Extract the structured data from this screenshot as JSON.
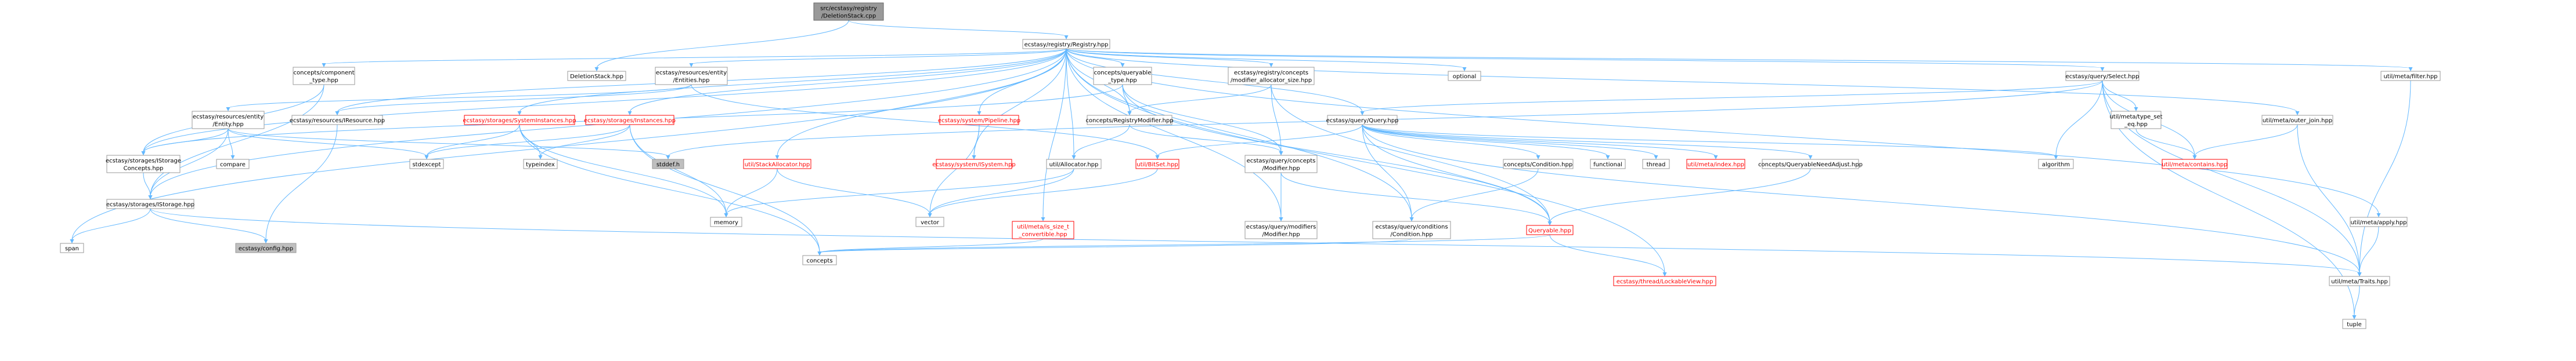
{
  "graph": {
    "nodes": [
      {
        "id": "root",
        "lines": [
          "src/ecstasy/registry",
          "/DeletionStack.cpp"
        ],
        "style": "root"
      },
      {
        "id": "registry_hpp",
        "lines": [
          "ecstasy/registry/Registry.hpp"
        ],
        "style": "normal"
      },
      {
        "id": "deletionstack_hpp",
        "lines": [
          "DeletionStack.hpp"
        ],
        "style": "normal"
      },
      {
        "id": "concepts_component_type",
        "lines": [
          "concepts/component",
          "_type.hpp"
        ],
        "style": "normal"
      },
      {
        "id": "resources_entity_entities",
        "lines": [
          "ecstasy/resources/entity",
          "/Entities.hpp"
        ],
        "style": "normal"
      },
      {
        "id": "concepts_queryable_type",
        "lines": [
          "concepts/queryable",
          "_type.hpp"
        ],
        "style": "normal"
      },
      {
        "id": "registry_concepts_modifier_allocator_size",
        "lines": [
          "ecstasy/registry/concepts",
          "/modifier_allocator_size.hpp"
        ],
        "style": "normal"
      },
      {
        "id": "optional",
        "lines": [
          "optional"
        ],
        "style": "normal"
      },
      {
        "id": "query_select",
        "lines": [
          "ecstasy/query/Select.hpp"
        ],
        "style": "normal"
      },
      {
        "id": "util_meta_filter",
        "lines": [
          "util/meta/filter.hpp"
        ],
        "style": "normal"
      },
      {
        "id": "resources_entity_entity",
        "lines": [
          "ecstasy/resources/entity",
          "/Entity.hpp"
        ],
        "style": "normal"
      },
      {
        "id": "resources_iresource",
        "lines": [
          "ecstasy/resources/IResource.hpp"
        ],
        "style": "normal"
      },
      {
        "id": "storages_systeminstances",
        "lines": [
          "ecstasy/storages/SystemInstances.hpp"
        ],
        "style": "red"
      },
      {
        "id": "storages_instances",
        "lines": [
          "ecstasy/storages/Instances.hpp"
        ],
        "style": "red"
      },
      {
        "id": "system_pipeline",
        "lines": [
          "ecstasy/system/Pipeline.hpp"
        ],
        "style": "red"
      },
      {
        "id": "concepts_registrymodifier",
        "lines": [
          "concepts/RegistryModifier.hpp"
        ],
        "style": "normal"
      },
      {
        "id": "query_query",
        "lines": [
          "ecstasy/query/Query.hpp"
        ],
        "style": "normal"
      },
      {
        "id": "util_meta_type_set_eq",
        "lines": [
          "util/meta/type_set",
          "_eq.hpp"
        ],
        "style": "normal"
      },
      {
        "id": "util_meta_outer_join",
        "lines": [
          "util/meta/outer_join.hpp"
        ],
        "style": "normal"
      },
      {
        "id": "storages_istorage_concepts",
        "lines": [
          "ecstasy/storages/IStorage",
          "Concepts.hpp"
        ],
        "style": "normal"
      },
      {
        "id": "compare",
        "lines": [
          "compare"
        ],
        "style": "normal"
      },
      {
        "id": "stdexcept",
        "lines": [
          "stdexcept"
        ],
        "style": "normal"
      },
      {
        "id": "typeindex",
        "lines": [
          "typeindex"
        ],
        "style": "normal"
      },
      {
        "id": "stddef_h",
        "lines": [
          "stddef.h"
        ],
        "style": "gray"
      },
      {
        "id": "util_stackallocator",
        "lines": [
          "util/StackAllocator.hpp"
        ],
        "style": "red"
      },
      {
        "id": "system_isystem",
        "lines": [
          "ecstasy/system/ISystem.hpp"
        ],
        "style": "red"
      },
      {
        "id": "util_allocator",
        "lines": [
          "util/Allocator.hpp"
        ],
        "style": "normal"
      },
      {
        "id": "util_bitset",
        "lines": [
          "util/BitSet.hpp"
        ],
        "style": "red"
      },
      {
        "id": "query_concepts_modifier",
        "lines": [
          "ecstasy/query/concepts",
          "/Modifier.hpp"
        ],
        "style": "normal"
      },
      {
        "id": "concepts_condition",
        "lines": [
          "concepts/Condition.hpp"
        ],
        "style": "normal"
      },
      {
        "id": "functional",
        "lines": [
          "functional"
        ],
        "style": "normal"
      },
      {
        "id": "thread",
        "lines": [
          "thread"
        ],
        "style": "normal"
      },
      {
        "id": "util_meta_index",
        "lines": [
          "util/meta/index.hpp"
        ],
        "style": "red"
      },
      {
        "id": "concepts_queryableneedadjust",
        "lines": [
          "concepts/QueryableNeedAdjust.hpp"
        ],
        "style": "normal"
      },
      {
        "id": "algorithm",
        "lines": [
          "algorithm"
        ],
        "style": "normal"
      },
      {
        "id": "util_meta_contains",
        "lines": [
          "util/meta/contains.hpp"
        ],
        "style": "red"
      },
      {
        "id": "storages_istorage",
        "lines": [
          "ecstasy/storages/IStorage.hpp"
        ],
        "style": "normal"
      },
      {
        "id": "memory",
        "lines": [
          "memory"
        ],
        "style": "normal"
      },
      {
        "id": "vector",
        "lines": [
          "vector"
        ],
        "style": "normal"
      },
      {
        "id": "util_meta_is_size_t_convertible",
        "lines": [
          "util/meta/is_size_t",
          "_convertible.hpp"
        ],
        "style": "red"
      },
      {
        "id": "query_modifiers_modifier",
        "lines": [
          "ecstasy/query/modifiers",
          "/Modifier.hpp"
        ],
        "style": "normal"
      },
      {
        "id": "query_conditions_condition",
        "lines": [
          "ecstasy/query/conditions",
          "/Condition.hpp"
        ],
        "style": "normal"
      },
      {
        "id": "queryable",
        "lines": [
          "Queryable.hpp"
        ],
        "style": "red"
      },
      {
        "id": "util_meta_apply",
        "lines": [
          "util/meta/apply.hpp"
        ],
        "style": "normal"
      },
      {
        "id": "span",
        "lines": [
          "span"
        ],
        "style": "normal"
      },
      {
        "id": "config",
        "lines": [
          "ecstasy/config.hpp"
        ],
        "style": "gray"
      },
      {
        "id": "concepts",
        "lines": [
          "concepts"
        ],
        "style": "normal"
      },
      {
        "id": "thread_lockableview",
        "lines": [
          "ecstasy/thread/LockableView.hpp"
        ],
        "style": "red"
      },
      {
        "id": "util_meta_traits",
        "lines": [
          "util/meta/Traits.hpp"
        ],
        "style": "normal"
      },
      {
        "id": "tuple",
        "lines": [
          "tuple"
        ],
        "style": "normal"
      }
    ],
    "edges": [
      [
        "root",
        "registry_hpp"
      ],
      [
        "root",
        "deletionstack_hpp"
      ],
      [
        "registry_hpp",
        "concepts_component_type"
      ],
      [
        "registry_hpp",
        "resources_entity_entities"
      ],
      [
        "registry_hpp",
        "concepts_queryable_type"
      ],
      [
        "registry_hpp",
        "registry_concepts_modifier_allocator_size"
      ],
      [
        "registry_hpp",
        "optional"
      ],
      [
        "registry_hpp",
        "query_select"
      ],
      [
        "registry_hpp",
        "util_meta_filter"
      ],
      [
        "registry_hpp",
        "resources_iresource"
      ],
      [
        "registry_hpp",
        "storages_systeminstances"
      ],
      [
        "registry_hpp",
        "storages_instances"
      ],
      [
        "registry_hpp",
        "system_pipeline"
      ],
      [
        "registry_hpp",
        "concepts_registrymodifier"
      ],
      [
        "registry_hpp",
        "query_query"
      ],
      [
        "registry_hpp",
        "util_meta_outer_join"
      ],
      [
        "registry_hpp",
        "util_stackallocator"
      ],
      [
        "registry_hpp",
        "util_allocator"
      ],
      [
        "registry_hpp",
        "util_meta_is_size_t_convertible"
      ],
      [
        "registry_hpp",
        "query_modifiers_modifier"
      ],
      [
        "registry_hpp",
        "query_conditions_condition"
      ],
      [
        "registry_hpp",
        "util_meta_apply"
      ],
      [
        "registry_hpp",
        "span"
      ],
      [
        "registry_hpp",
        "storages_istorage"
      ],
      [
        "registry_hpp",
        "storages_istorage_concepts"
      ],
      [
        "registry_hpp",
        "thread_lockableview"
      ],
      [
        "registry_hpp",
        "system_isystem"
      ],
      [
        "concepts_component_type",
        "storages_istorage_concepts"
      ],
      [
        "concepts_component_type",
        "storages_istorage"
      ],
      [
        "resources_entity_entities",
        "resources_entity_entity"
      ],
      [
        "resources_entity_entities",
        "resources_iresource"
      ],
      [
        "resources_entity_entities",
        "util_bitset"
      ],
      [
        "concepts_queryable_type",
        "concepts_registrymodifier"
      ],
      [
        "concepts_queryable_type",
        "query_concepts_modifier"
      ],
      [
        "concepts_queryable_type",
        "queryable"
      ],
      [
        "concepts_queryable_type",
        "storages_istorage_concepts"
      ],
      [
        "registry_concepts_modifier_allocator_size",
        "query_concepts_modifier"
      ],
      [
        "registry_concepts_modifier_allocator_size",
        "concepts_registrymodifier"
      ],
      [
        "registry_concepts_modifier_allocator_size",
        "queryable"
      ],
      [
        "query_select",
        "query_query"
      ],
      [
        "query_select",
        "util_meta_type_set_eq"
      ],
      [
        "query_select",
        "util_meta_contains"
      ],
      [
        "query_select",
        "algorithm"
      ],
      [
        "query_select",
        "util_meta_traits"
      ],
      [
        "query_select",
        "tuple"
      ],
      [
        "query_select",
        "stddef_h"
      ],
      [
        "util_meta_filter",
        "util_meta_traits"
      ],
      [
        "resources_entity_entity",
        "storages_istorage_concepts"
      ],
      [
        "resources_entity_entity",
        "compare"
      ],
      [
        "resources_entity_entity",
        "stdexcept"
      ],
      [
        "resources_entity_entity",
        "stddef_h"
      ],
      [
        "resources_entity_entity",
        "storages_istorage"
      ],
      [
        "resources_iresource",
        "config"
      ],
      [
        "storages_systeminstances",
        "stdexcept"
      ],
      [
        "storages_systeminstances",
        "typeindex"
      ],
      [
        "storages_systeminstances",
        "memory"
      ],
      [
        "storages_systeminstances",
        "concepts"
      ],
      [
        "storages_instances",
        "stdexcept"
      ],
      [
        "storages_instances",
        "typeindex"
      ],
      [
        "storages_instances",
        "memory"
      ],
      [
        "storages_instances",
        "concepts"
      ],
      [
        "system_pipeline",
        "system_isystem"
      ],
      [
        "system_pipeline",
        "vector"
      ],
      [
        "concepts_registrymodifier",
        "util_allocator"
      ],
      [
        "concepts_registrymodifier",
        "query_concepts_modifier"
      ],
      [
        "query_query",
        "concepts_condition"
      ],
      [
        "query_query",
        "functional"
      ],
      [
        "query_query",
        "thread"
      ],
      [
        "query_query",
        "util_meta_index"
      ],
      [
        "query_query",
        "concepts_queryableneedadjust"
      ],
      [
        "query_query",
        "algorithm"
      ],
      [
        "query_query",
        "util_bitset"
      ],
      [
        "query_query",
        "queryable"
      ],
      [
        "query_query",
        "query_conditions_condition"
      ],
      [
        "query_query",
        "util_meta_traits"
      ],
      [
        "util_meta_type_set_eq",
        "util_meta_contains"
      ],
      [
        "util_meta_outer_join",
        "util_meta_contains"
      ],
      [
        "util_meta_outer_join",
        "util_meta_traits"
      ],
      [
        "storages_istorage_concepts",
        "storages_istorage"
      ],
      [
        "storages_istorage",
        "span"
      ],
      [
        "storages_istorage",
        "config"
      ],
      [
        "storages_istorage",
        "util_meta_traits"
      ],
      [
        "util_stackallocator",
        "memory"
      ],
      [
        "util_stackallocator",
        "vector"
      ],
      [
        "util_allocator",
        "memory"
      ],
      [
        "util_allocator",
        "vector"
      ],
      [
        "util_bitset",
        "vector"
      ],
      [
        "query_concepts_modifier",
        "query_modifiers_modifier"
      ],
      [
        "query_concepts_modifier",
        "queryable"
      ],
      [
        "concepts_condition",
        "query_conditions_condition"
      ],
      [
        "concepts_queryableneedadjust",
        "queryable"
      ],
      [
        "query_conditions_condition",
        "concepts"
      ],
      [
        "queryable",
        "concepts"
      ],
      [
        "queryable",
        "thread_lockableview"
      ],
      [
        "util_meta_is_size_t_convertible",
        "concepts"
      ],
      [
        "util_meta_apply",
        "util_meta_traits"
      ],
      [
        "util_meta_traits",
        "tuple"
      ]
    ]
  }
}
